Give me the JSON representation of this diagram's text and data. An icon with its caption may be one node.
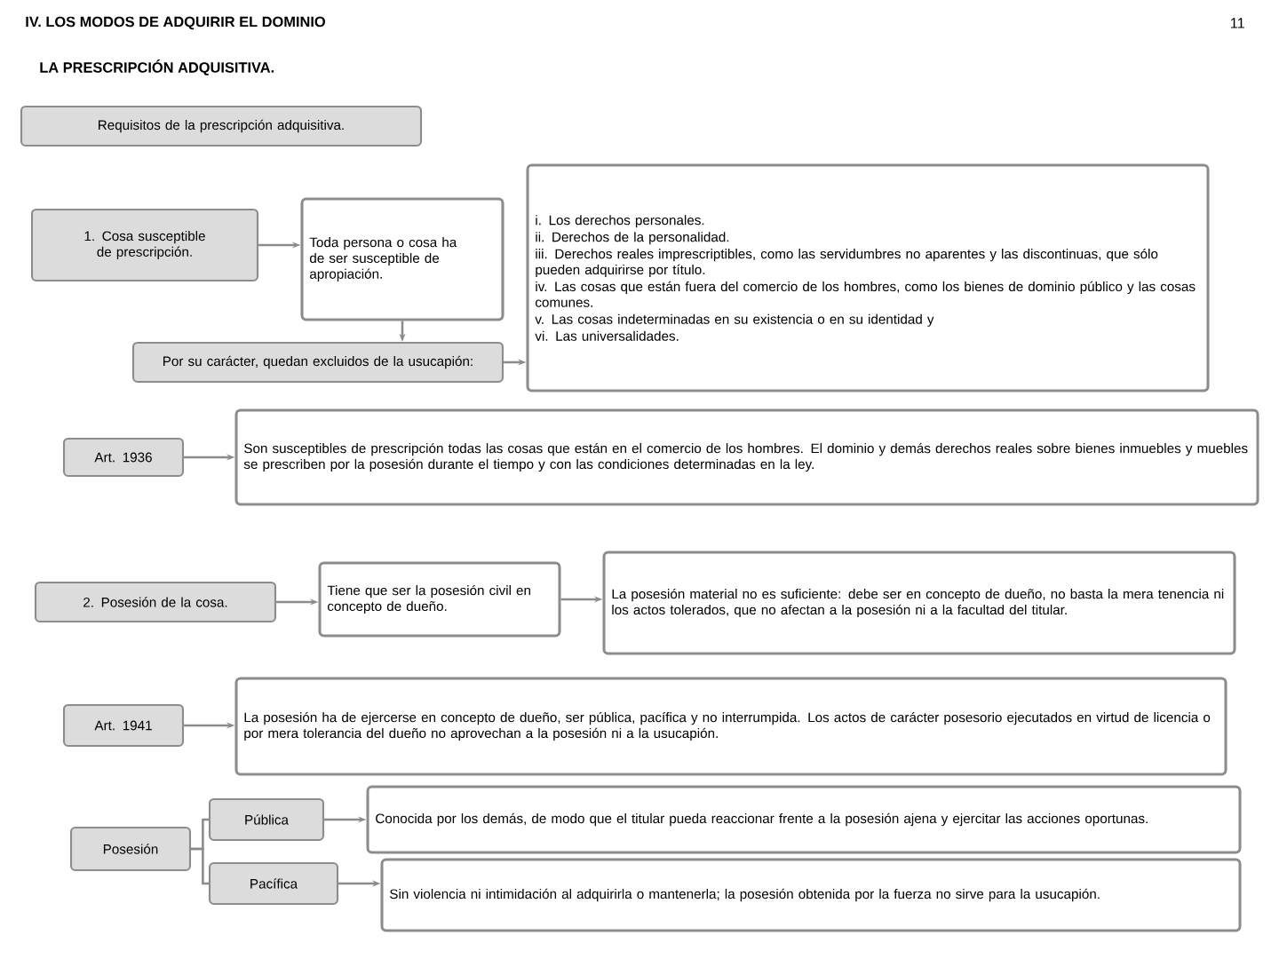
{
  "diagram": {
    "title": "IV. LOS MODOS DE ADQUIRIR EL DOMINIO",
    "nodes": [
      {
        "text": [
          "Requisitos de la prescripción adquisitiva."
        ]
      },
      {
        "text": [
          "1. Cosa susceptible de prescripción."
        ]
      },
      {
        "text": [
          "Toda persona o cosa ha de ser susceptible de apropiación."
        ]
      },
      {
        "text": [
          "Por su carácter, quedan excluidos de la usucapión:"
        ]
      },
      {
        "text": [
          "i. Los derechos personales.",
          "ii. Derechos de la personalidad.",
          "iii. Derechos reales imprescriptibles, como las servidumbres no aparentes y las discontinuas, que sólo pueden adquirirse por título.",
          "iv. Las cosas que están fuera del comercio de los hombres, como los bienes de dominio público y las cosas comunes.",
          "v. Las cosas indeterminadas en su existencia o en su identidad y",
          "vi. Las universalidades."
        ]
      },
      {
        "text": [
          "Art. 1936"
        ]
      },
      {
        "text": [
          "Son susceptibles de prescripción todas las cosas que están en el comercio de los hombres. El dominio y demás derechos reales sobre bienes inmuebles y muebles se prescriben por la posesión durante el tiempo y con las condiciones determinadas en la ley."
        ]
      },
      {
        "text": [
          "2. Posesión de la cosa."
        ]
      },
      {
        "text": [
          "Tiene que ser la posesión civil en concepto de dueño."
        ]
      },
      {
        "text": [
          "La posesión material no es suficiente: debe ser en concepto de dueño, no basta la mera tenencia ni los actos tolerados, que no afectan a la posesión ni a la facultad del titular."
        ]
      },
      {
        "text": [
          "Art. 1941"
        ]
      },
      {
        "text": [
          "La posesión ha de ejercerse en concepto de dueño, ser pública, pacífica y no interrumpida. Los actos de carácter posesorio ejecutados en virtud de licencia o por mera tolerancia del dueño no aprovechan a la posesión ni a la usucapión."
        ]
      },
      {
        "text": [
          "Posesión"
        ]
      },
      {
        "text": [
          "Pública"
        ]
      },
      {
        "text": [
          "Pacífica"
        ]
      },
      {
        "text": [
          "Conocida por los demás, de modo que el titular pueda reaccionar frente a la posesión ajena y ejercitar las acciones oportunas."
        ]
      },
      {
        "text": [
          "Sin violencia ni intimidación al adquirirla o mantenerla; la posesión obtenida por la fuerza no sirve para la usucapión."
        ]
      }
    ],
    "edges": [
      {
        "from": 1,
        "to": 2,
        "arrow": "to"
      },
      {
        "from": 2,
        "to": 3,
        "arrow": "to"
      },
      {
        "from": 3,
        "to": 4,
        "arrow": "to"
      },
      {
        "from": 5,
        "to": 6,
        "arrow": "to"
      },
      {
        "from": 7,
        "to": 8,
        "arrow": "to"
      },
      {
        "from": 8,
        "to": 9,
        "arrow": "to"
      },
      {
        "from": 10,
        "to": 11,
        "arrow": "to"
      },
      {
        "from": 12,
        "to": 13,
        "arrow": "none"
      },
      {
        "from": 12,
        "to": 14,
        "arrow": "none"
      },
      {
        "from": 13,
        "to": 15,
        "arrow": "to"
      },
      {
        "from": 14,
        "to": 16,
        "arrow": "to"
      }
    ],
    "labels": [
      "LA PRESCRIPCIÓN ADQUISITIVA.",
      "11"
    ]
  }
}
